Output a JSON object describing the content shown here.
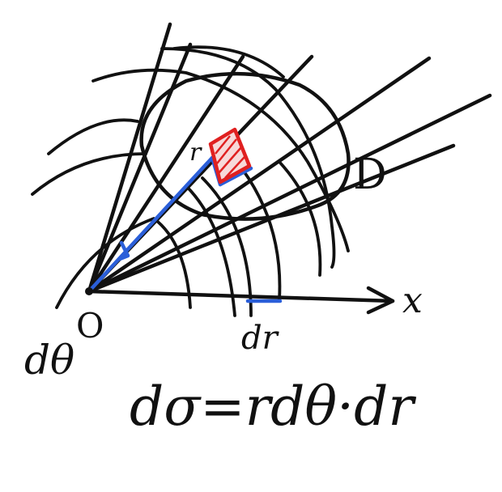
{
  "diagram": {
    "x_axis_label": "x",
    "origin_label": "O",
    "dtheta_label": "dθ",
    "dr_label": "dr",
    "r_label": "r",
    "region_label": "D",
    "formula": "dσ=rdθ·dr"
  },
  "colors": {
    "ink": "#111111",
    "highlight_edge": "#2b5fd9",
    "area_element": "#e02020"
  }
}
